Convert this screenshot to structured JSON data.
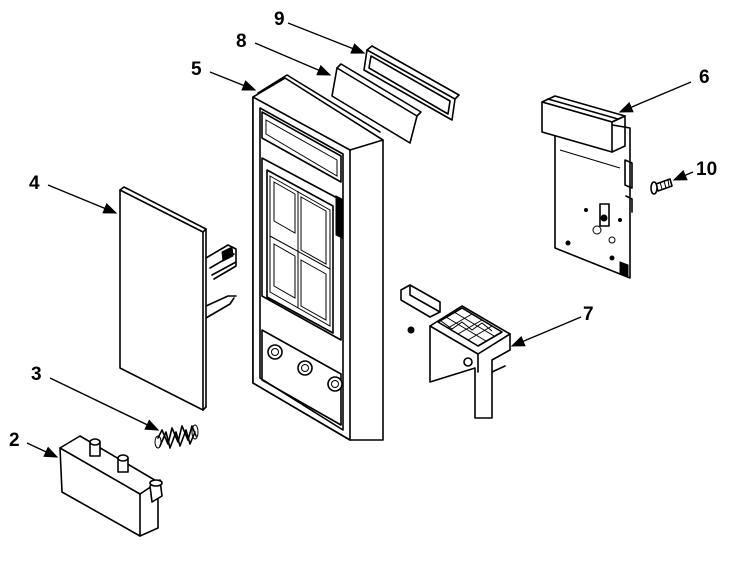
{
  "callouts": {
    "c1": "2",
    "c2": "3",
    "c3": "4",
    "c4": "5",
    "c5": "6",
    "c6": "7",
    "c7": "8",
    "c8": "9",
    "c9": "10"
  }
}
